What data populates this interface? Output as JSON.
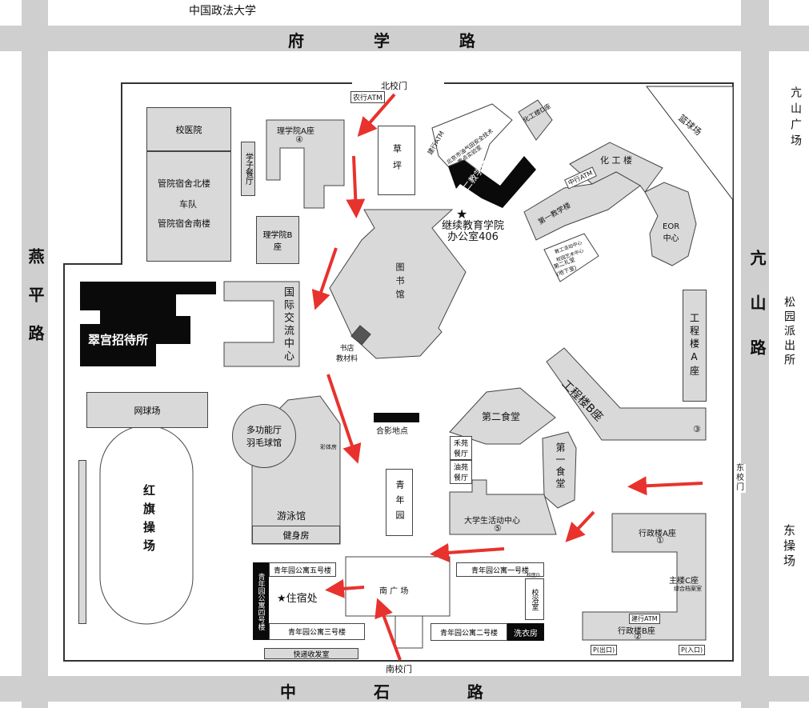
{
  "roads": {
    "north": "府 学 路",
    "south": "中 石 路",
    "west": "燕平路",
    "east": "亢山路",
    "north_university": "中国政法大学",
    "east_plaza": "亢山广场",
    "east_police": "松园派出所",
    "east_field": "东操场"
  },
  "gates": {
    "north": "北校门",
    "south": "南校门",
    "east": "东校门",
    "north_atm": "农行ATM"
  },
  "buildings": {
    "clinic": "校医院",
    "dorm_north": "管院宿舍北楼",
    "car_team": "车队",
    "dorm_south": "管院宿舍南楼",
    "student_canteen": "学子餐厅",
    "science_a": "理学院A座",
    "science_a_num": "④",
    "science_b": "理学院B座",
    "lawn": "草坪",
    "library": "图书馆",
    "bookstore": "书店\n教材料",
    "intl_center": "国际交流中心",
    "guesthouse": "翠宫招待所",
    "tennis": "网球场",
    "sports_hall": "多功能厅\n羽毛球馆",
    "photo_room": "彩体房",
    "pool": "游泳馆",
    "gym": "健身房",
    "track": "红旗操场",
    "photo_spot": "合影地点",
    "youth_garden": "青年园",
    "second_teaching": "第二教学楼",
    "teaching_side_1": "北京市油气田安全技术",
    "teaching_side_2": "重点实验室",
    "teaching_atm": "建行ATM",
    "cont_edu": "继续教育学院\n办公室406",
    "chem_d": "化工楼D座",
    "chem": "化 工 楼",
    "chem_atm": "中行ATM",
    "first_teaching": "第一教学楼",
    "eor": "EOR\n中心",
    "activity_1": "教工活动中心",
    "activity_2": "校园艺术中心",
    "activity_3": "第二礼堂\n(地下室)",
    "basketball": "篮球场",
    "eng_a": "工程楼A座",
    "eng_b": "工程楼B座",
    "eng_b_num": "③",
    "second_canteen": "第二食堂",
    "first_canteen": "第一食堂",
    "hewu_canteen": "禾苑\n餐厅",
    "youyuan_canteen": "油苑\n餐厅",
    "student_center": "大学生活动中心",
    "student_center_num": "⑤",
    "admin_a": "行政楼A座",
    "admin_a_num": "①",
    "main_c": "主楼C座",
    "archive": "综合档案室",
    "admin_b_atm": "建行ATM",
    "admin_b": "行政楼B座",
    "admin_b_num": "②",
    "parking_out": "P(出口)",
    "parking_in": "P(入口)",
    "south_square": "南 广 场",
    "apt1": "青年园公寓一号楼",
    "apt1_side": "校医D",
    "bath": "校浴室",
    "apt2": "青年园公寓二号楼",
    "laundry": "洗衣房",
    "apt3": "青年园公寓三号楼",
    "apt4": "青年园公寓四号楼",
    "apt5": "青年园公寓五号楼",
    "lodging": "★住宿处",
    "express": "快递收发室"
  },
  "colors": {
    "road": "#cfcfcf",
    "building": "#d9d9d9",
    "dark_building": "#0a0a0a",
    "arrow": "#e8322d"
  }
}
